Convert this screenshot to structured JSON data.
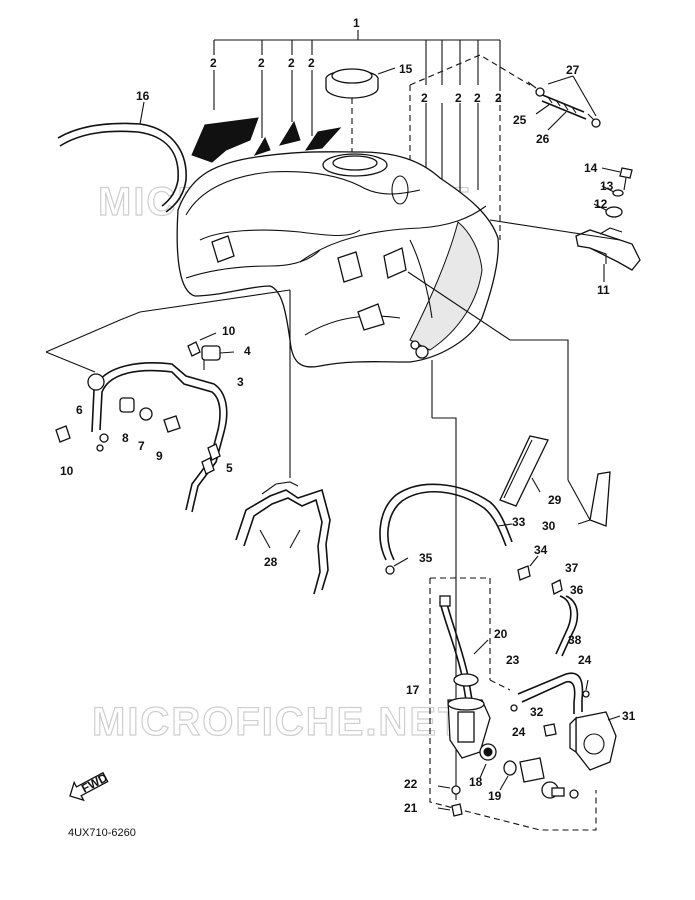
{
  "watermark": "MICROFICHE.NET",
  "drawing_code": "4UX710-6260",
  "fwd_label": "FWD",
  "callouts": {
    "c1": "1",
    "c2": "2",
    "c3": "3",
    "c4": "4",
    "c5": "5",
    "c6": "6",
    "c7": "7",
    "c8": "8",
    "c9": "9",
    "c10": "10",
    "c11": "11",
    "c12": "12",
    "c13": "13",
    "c14": "14",
    "c15": "15",
    "c16": "16",
    "c17": "17",
    "c18": "18",
    "c19": "19",
    "c20": "20",
    "c21": "21",
    "c22": "22",
    "c23": "23",
    "c24": "24",
    "c25": "25",
    "c26": "26",
    "c27": "27",
    "c28": "28",
    "c29": "29",
    "c30": "30",
    "c31": "31",
    "c32": "32",
    "c33": "33",
    "c34": "34",
    "c35": "35",
    "c36": "36",
    "c37": "37",
    "c38": "38"
  }
}
